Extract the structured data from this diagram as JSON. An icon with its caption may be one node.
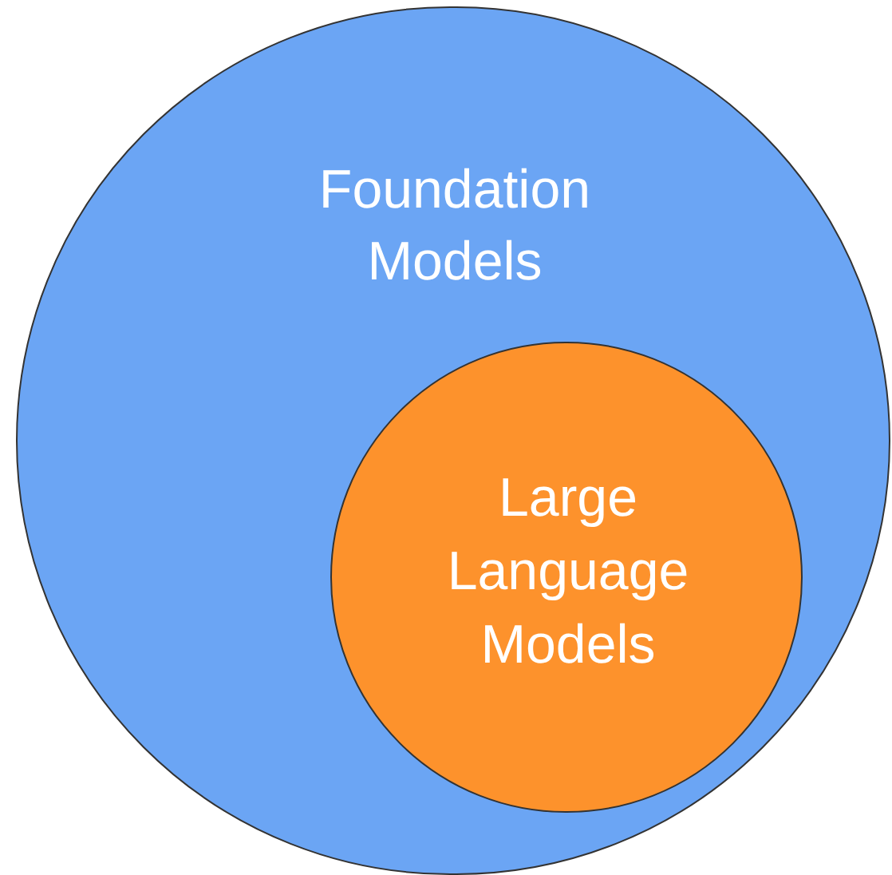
{
  "diagram": {
    "nodes": [
      {
        "text": [
          "Foundation Models"
        ]
      },
      {
        "text": [
          "Large Language Models"
        ],
        "in": 0
      }
    ]
  }
}
